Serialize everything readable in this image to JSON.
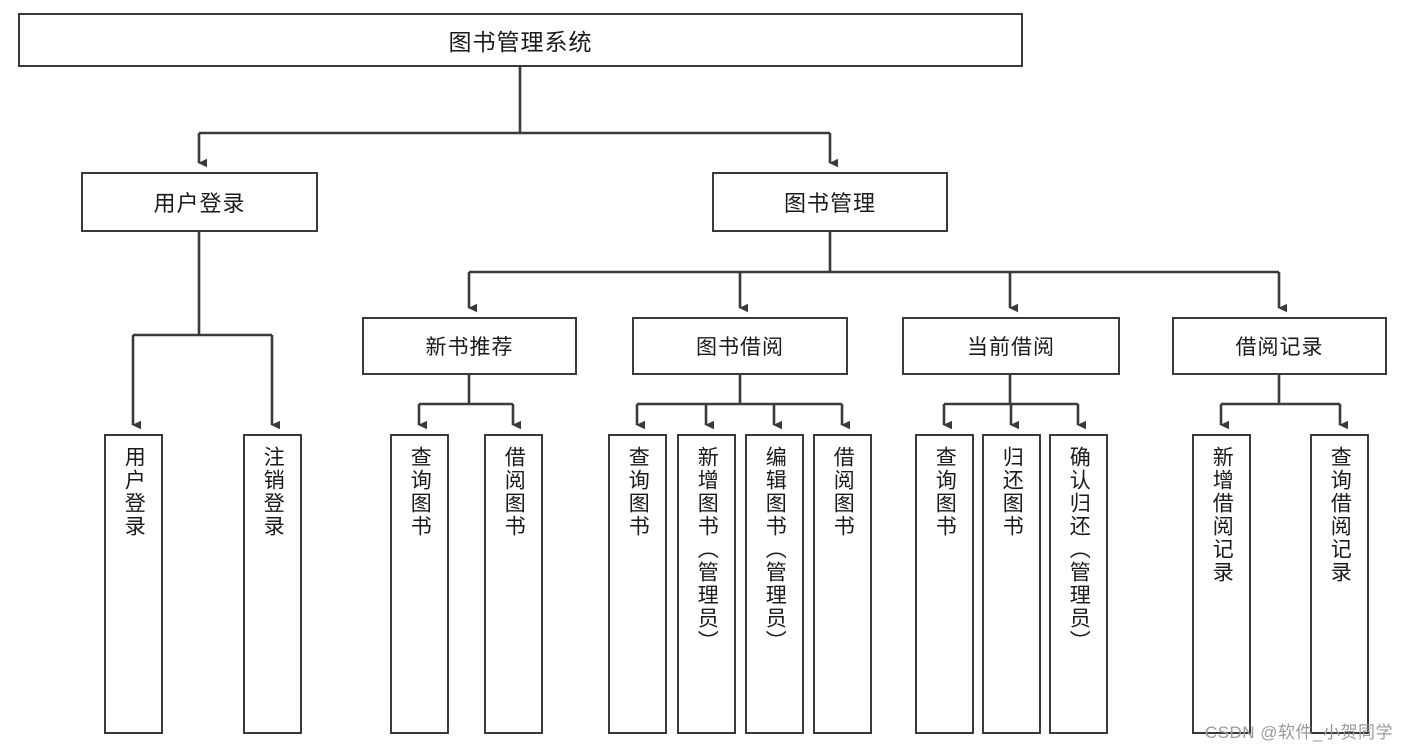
{
  "diagram": {
    "title": "图书管理系统",
    "type": "tree-hierarchy-chart",
    "watermark": "CSDN @软件_小贺同学",
    "colors": {
      "background": "#ffffff",
      "node_border": "#3a3a3a",
      "node_fill": "#ffffff",
      "edge": "#3a3a3a",
      "text": "#1a1a1a",
      "watermark": "#9a9a9a"
    },
    "root": {
      "label": "图书管理系统"
    },
    "level2": [
      {
        "label": "用户登录"
      },
      {
        "label": "图书管理"
      }
    ],
    "level3": [
      {
        "label": "新书推荐"
      },
      {
        "label": "图书借阅"
      },
      {
        "label": "当前借阅"
      },
      {
        "label": "借阅记录"
      }
    ],
    "leaves": [
      {
        "label": "用户登录",
        "parent": "用户登录"
      },
      {
        "label": "注销登录",
        "parent": "用户登录"
      },
      {
        "label": "查询图书",
        "parent": "新书推荐"
      },
      {
        "label": "借阅图书",
        "parent": "新书推荐"
      },
      {
        "label": "查询图书",
        "parent": "图书借阅"
      },
      {
        "label": "新增图书（管理员）",
        "parent": "图书借阅"
      },
      {
        "label": "编辑图书（管理员）",
        "parent": "图书借阅"
      },
      {
        "label": "借阅图书",
        "parent": "图书借阅"
      },
      {
        "label": "查询图书",
        "parent": "当前借阅"
      },
      {
        "label": "归还图书",
        "parent": "当前借阅"
      },
      {
        "label": "确认归还（管理员）",
        "parent": "当前借阅"
      },
      {
        "label": "新增借阅记录",
        "parent": "借阅记录"
      },
      {
        "label": "查询借阅记录",
        "parent": "借阅记录"
      }
    ]
  }
}
